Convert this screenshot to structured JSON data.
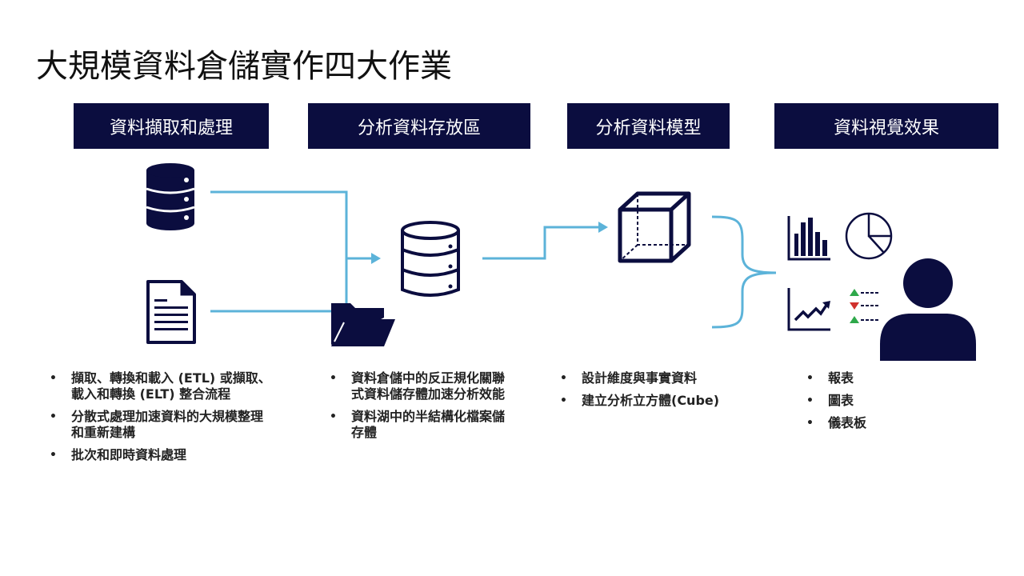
{
  "title": "大規模資料倉儲實作四大作業",
  "stages": [
    {
      "header": "資料擷取和處理",
      "bullets": [
        "擷取、轉換和載入 (ETL) 或擷取、\n載入和轉換 (ELT) 整合流程",
        "分散式處理加速資料的大規模整理\n和重新建構",
        "批次和即時資料處理"
      ]
    },
    {
      "header": "分析資料存放區",
      "bullets": [
        "資料倉儲中的反正規化關聯\n式資料儲存體加速分析效能",
        "資料湖中的半結構化檔案儲\n存體"
      ]
    },
    {
      "header": "分析資料模型",
      "bullets": [
        "設計維度與事實資料",
        "建立分析立方體(Cube)"
      ]
    },
    {
      "header": "資料視覺效果",
      "bullets": [
        "報表",
        "圖表",
        "儀表板"
      ]
    }
  ],
  "colors": {
    "header_bg": "#0b0d3f",
    "icon": "#0b0d3f",
    "connector": "#5cb3d9",
    "kpi_up": "#2ea84a",
    "kpi_down": "#d0312d"
  },
  "icons": [
    "database-icon",
    "document-icon",
    "database-icon",
    "folder-icon",
    "cube-icon",
    "bar-chart-icon",
    "pie-chart-icon",
    "line-chart-icon",
    "kpi-icon",
    "person-icon"
  ]
}
